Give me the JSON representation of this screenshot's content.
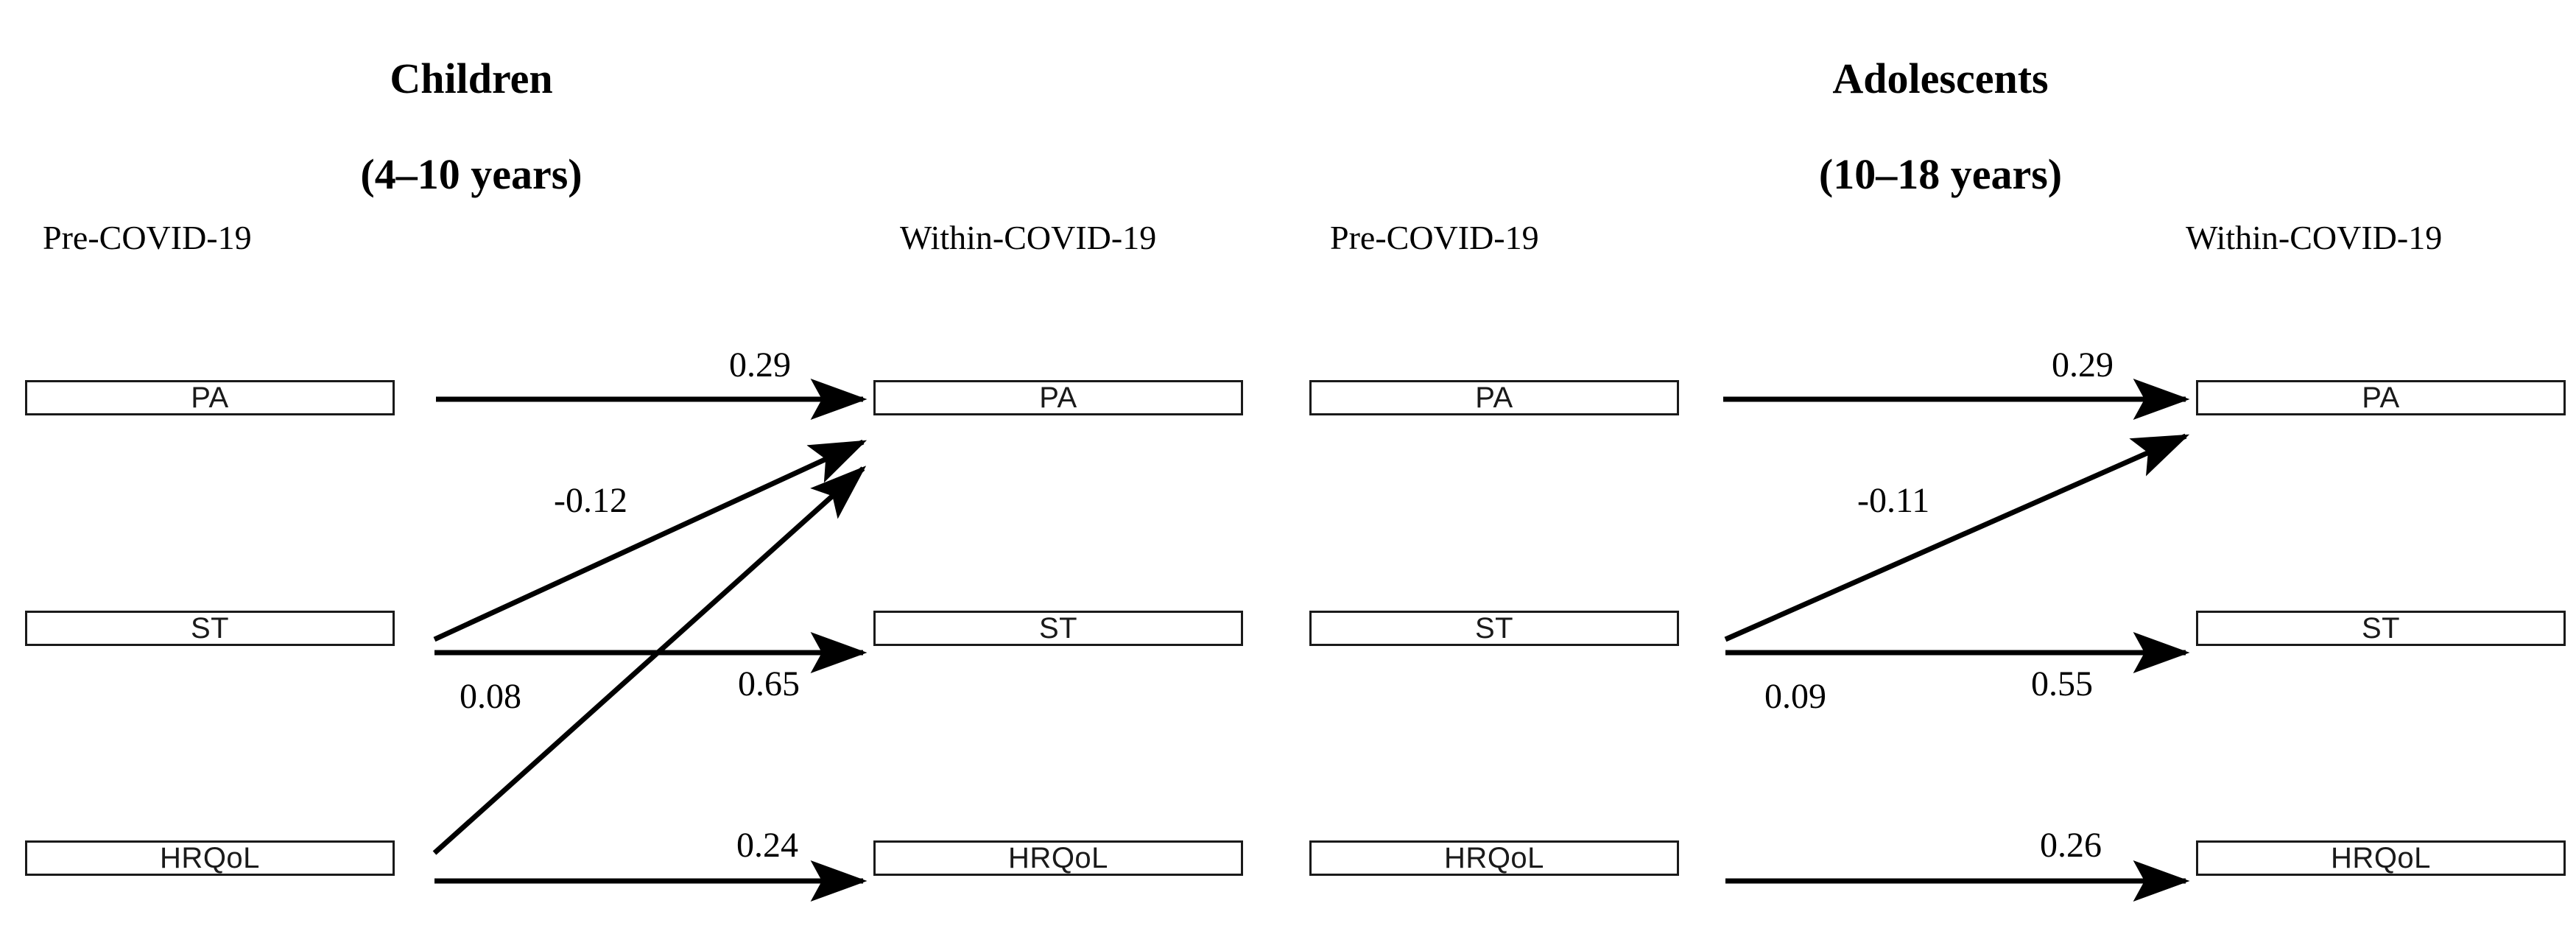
{
  "figure": {
    "type": "path-diagram",
    "panels": [
      {
        "id": "children",
        "title": "Children\n(4–10 years)",
        "title_line1": "Children",
        "title_line2": "(4–10 years)",
        "columns": [
          {
            "id": "pre",
            "header": "Pre-COVID-19"
          },
          {
            "id": "within",
            "header": "Within-COVID-19"
          }
        ],
        "nodes_pre": [
          {
            "id": "pa",
            "label": "PA"
          },
          {
            "id": "st",
            "label": "ST"
          },
          {
            "id": "hrqol",
            "label": "HRQoL"
          }
        ],
        "nodes_within": [
          {
            "id": "pa",
            "label": "PA"
          },
          {
            "id": "st",
            "label": "ST"
          },
          {
            "id": "hrqol",
            "label": "HRQoL"
          }
        ],
        "paths": [
          {
            "from": "PA",
            "to": "PA",
            "coefficient": "0.29",
            "kind": "autoregressive"
          },
          {
            "from": "ST",
            "to": "PA",
            "coefficient": "-0.12",
            "kind": "cross-lagged"
          },
          {
            "from": "ST",
            "to": "ST",
            "coefficient": "0.65",
            "kind": "autoregressive"
          },
          {
            "from": "HRQoL",
            "to": "PA",
            "coefficient": "0.08",
            "kind": "cross-lagged"
          },
          {
            "from": "HRQoL",
            "to": "HRQoL",
            "coefficient": "0.24",
            "kind": "autoregressive"
          }
        ]
      },
      {
        "id": "adolescents",
        "title": "Adolescents\n(10–18 years)",
        "title_line1": "Adolescents",
        "title_line2": "(10–18 years)",
        "columns": [
          {
            "id": "pre",
            "header": "Pre-COVID-19"
          },
          {
            "id": "within",
            "header": "Within-COVID-19"
          }
        ],
        "nodes_pre": [
          {
            "id": "pa",
            "label": "PA"
          },
          {
            "id": "st",
            "label": "ST"
          },
          {
            "id": "hrqol",
            "label": "HRQoL"
          }
        ],
        "nodes_within": [
          {
            "id": "pa",
            "label": "PA"
          },
          {
            "id": "st",
            "label": "ST"
          },
          {
            "id": "hrqol",
            "label": "HRQoL"
          }
        ],
        "paths": [
          {
            "from": "PA",
            "to": "PA",
            "coefficient": "0.29",
            "kind": "autoregressive"
          },
          {
            "from": "ST",
            "to": "PA",
            "coefficient": "-0.11",
            "kind": "cross-lagged"
          },
          {
            "from": "ST",
            "to": "ST",
            "coefficient": "0.55",
            "kind": "autoregressive"
          },
          {
            "from": "HRQoL",
            "to": "HRQoL",
            "coefficient": "0.26",
            "kind": "autoregressive"
          },
          {
            "from": "HRQoL",
            "to": "unlabeled",
            "coefficient": "0.09",
            "kind": "label-only"
          }
        ]
      }
    ],
    "colors": {
      "background": "#ffffff",
      "line": "#000000",
      "box_border": "#1a1a1a",
      "text": "#000000"
    }
  }
}
